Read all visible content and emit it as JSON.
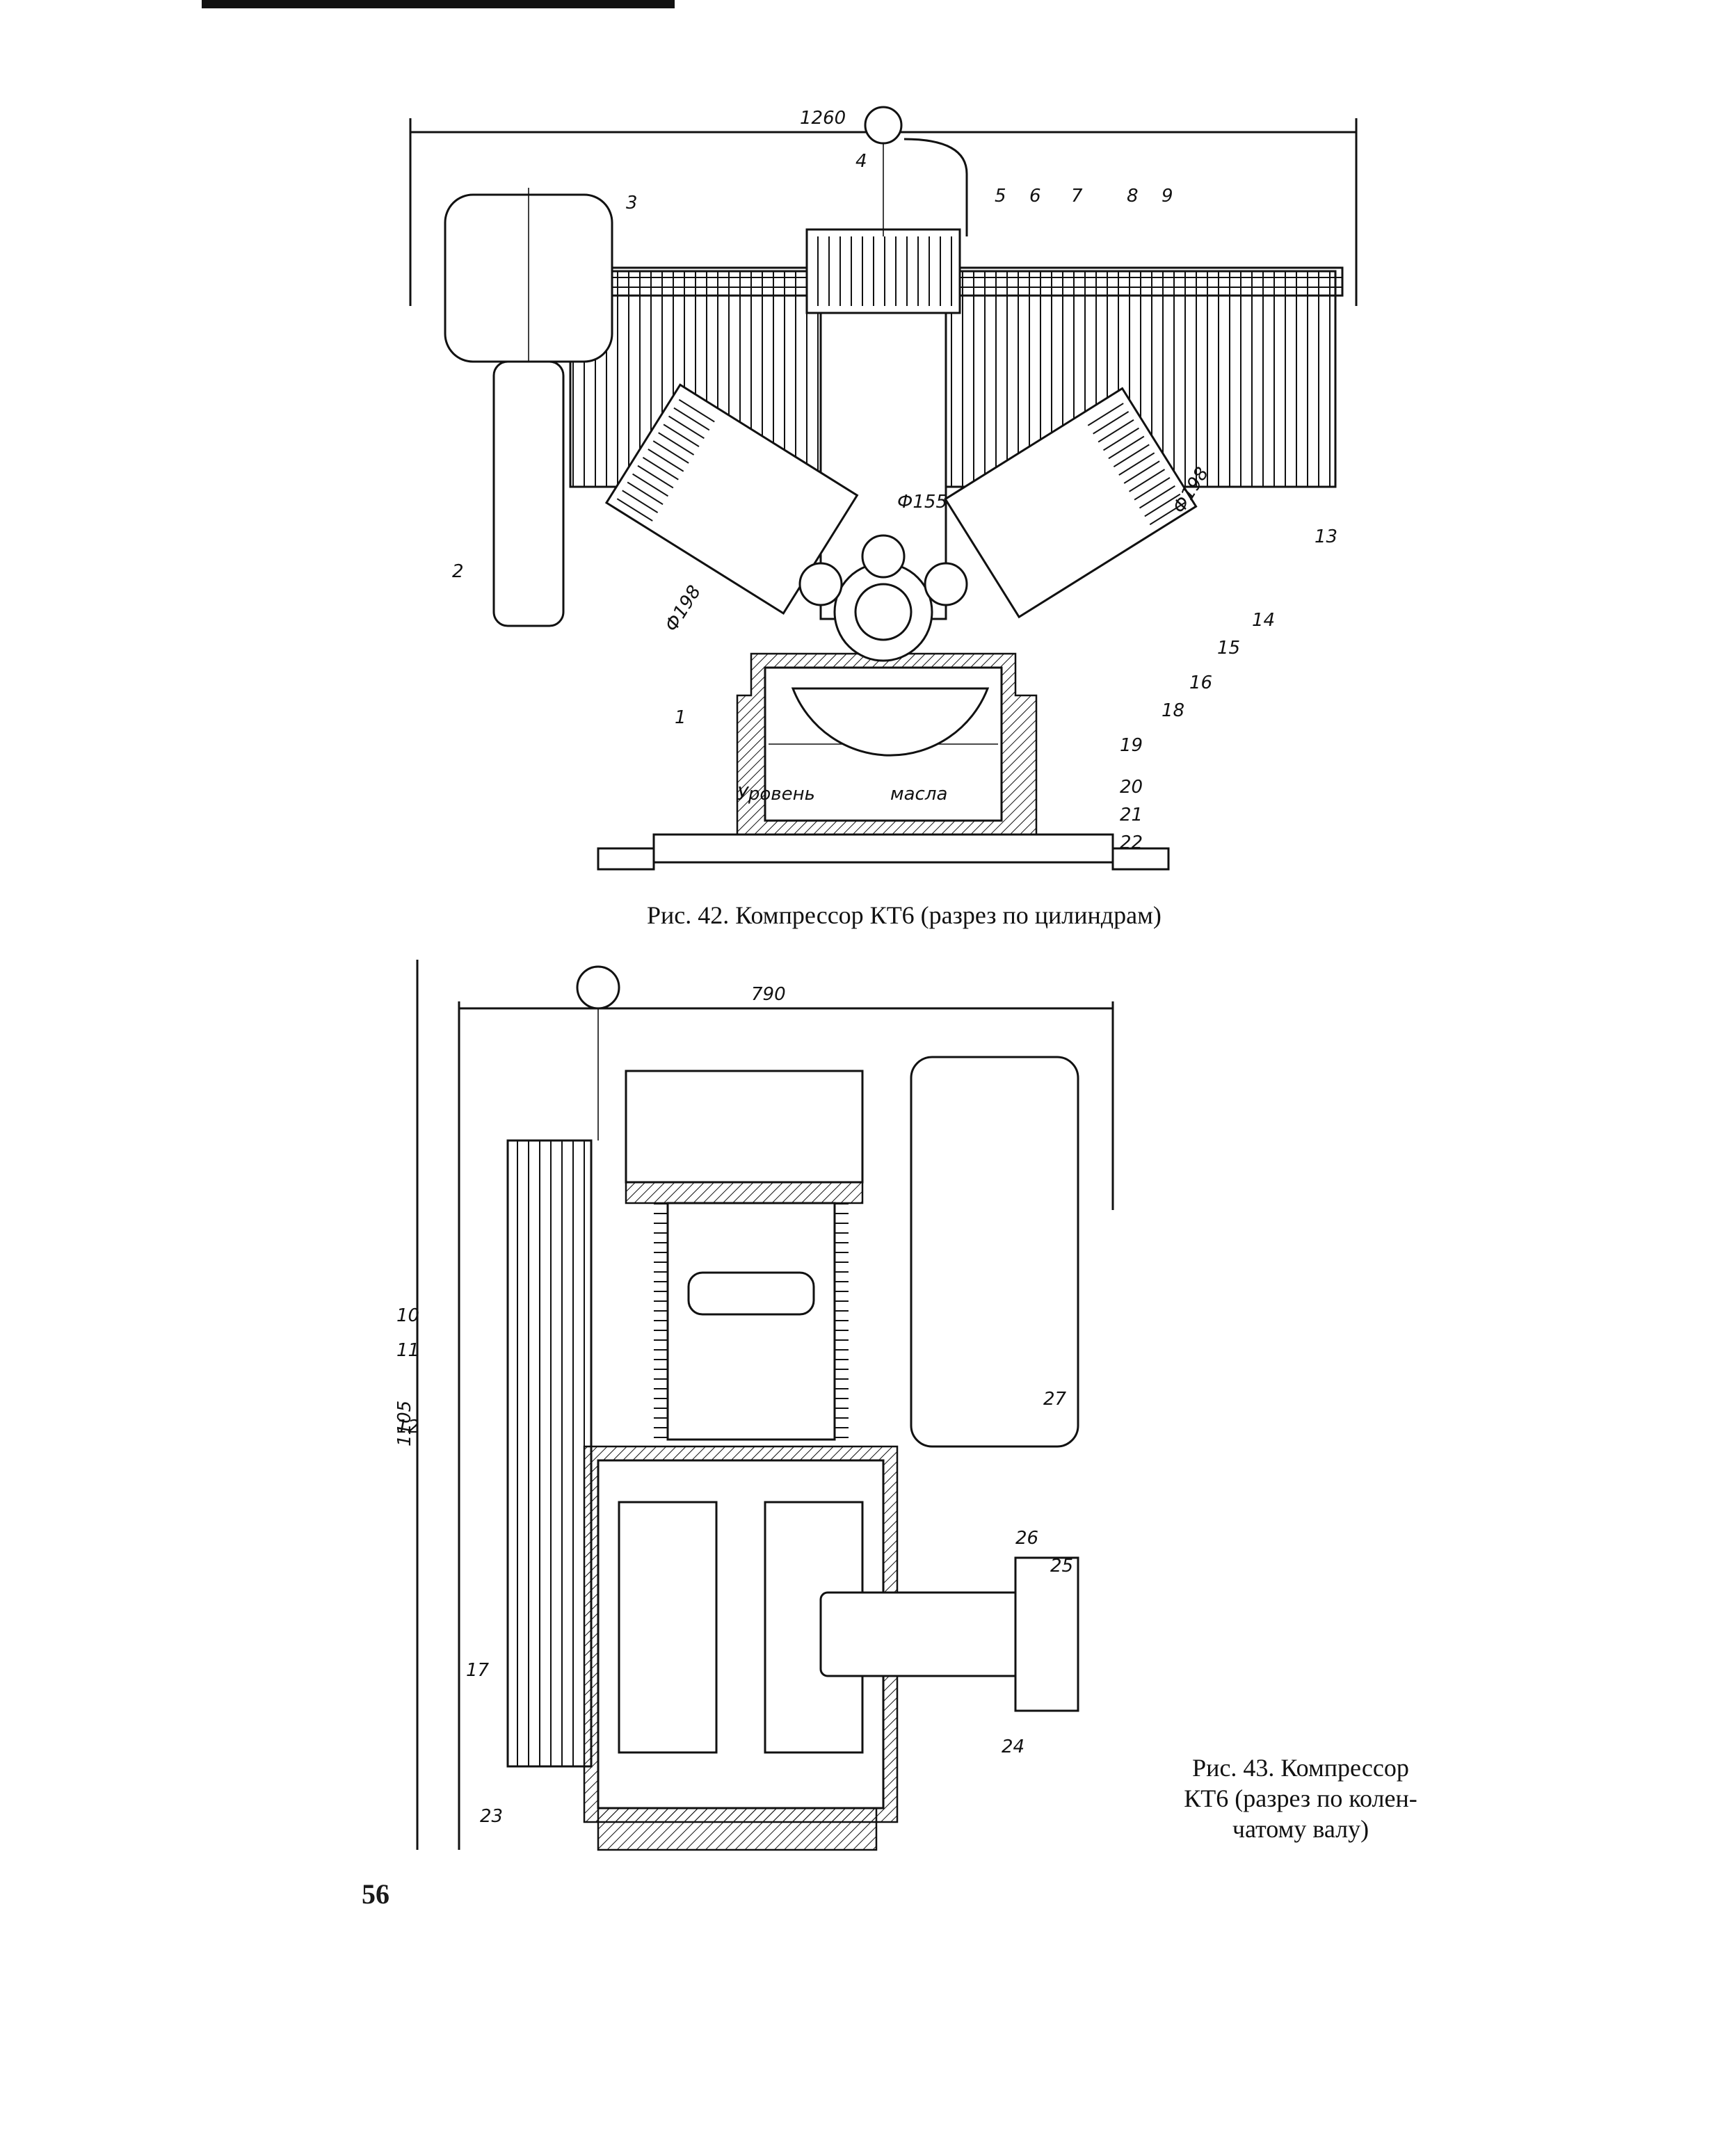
{
  "figure42": {
    "caption": "Рис. 42. Компрессор КТ6 (разрез по цилиндрам)",
    "dimension_width": "1260",
    "diameter_center": "Ф155",
    "diameter_left": "Ф198",
    "diameter_right": "Ф198",
    "oil_level_word1": "Уровень",
    "oil_level_word2": "масла",
    "callouts": [
      "1",
      "2",
      "3",
      "4",
      "5",
      "6",
      "7",
      "8",
      "9",
      "13",
      "14",
      "15",
      "16",
      "18",
      "19",
      "20",
      "21",
      "22"
    ]
  },
  "figure43": {
    "caption_lines": [
      "Рис.  43.  Компрессор",
      "КТ6 (разрез по колен-",
      "чатому валу)"
    ],
    "dimension_width": "790",
    "dimension_height": "1105",
    "callouts": [
      "10",
      "11",
      "12",
      "17",
      "23",
      "24",
      "25",
      "26",
      "27"
    ]
  },
  "page_number": "56"
}
